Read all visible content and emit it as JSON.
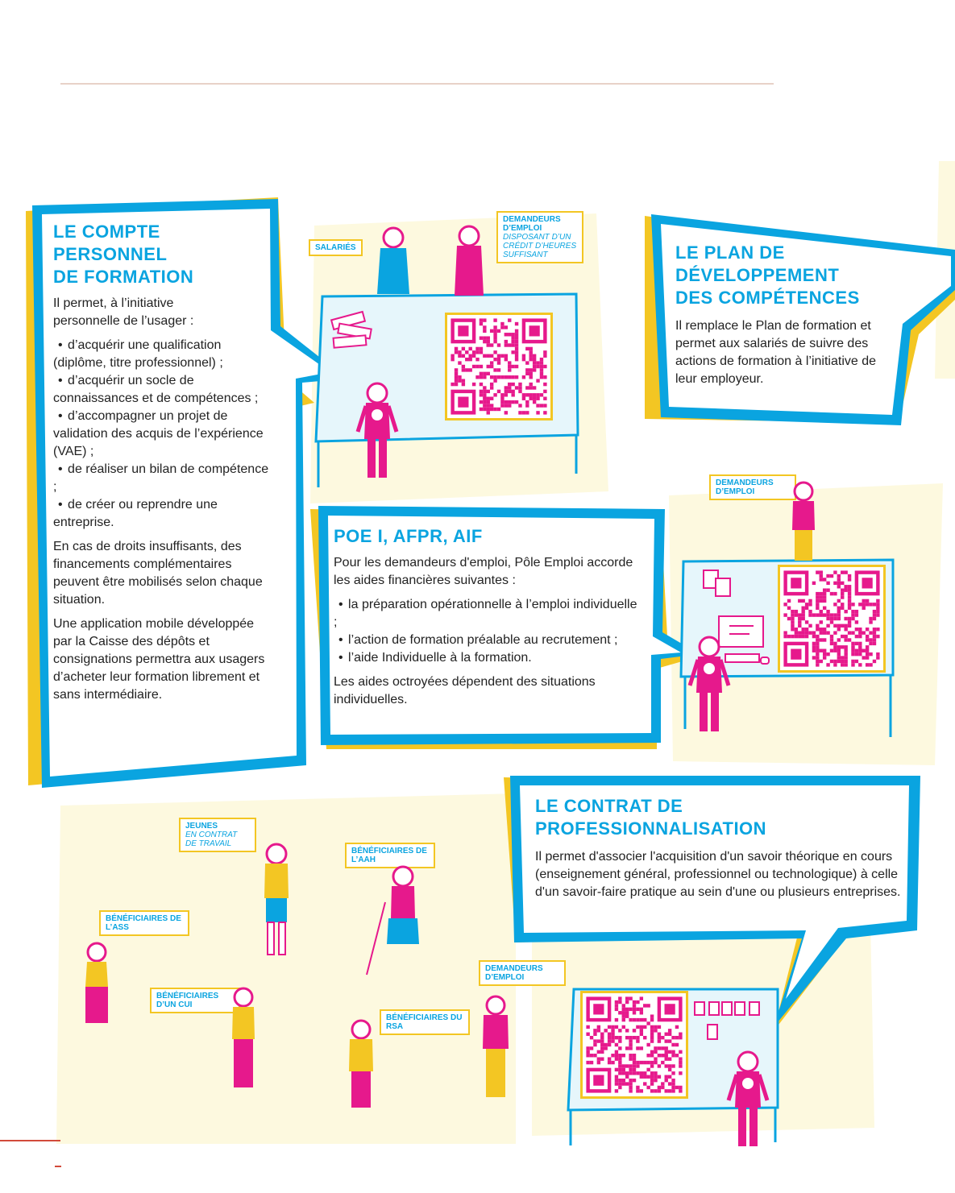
{
  "cpf": {
    "title": "LE COMPTE PERSONNEL DE FORMATION",
    "title_lines": [
      "LE COMPTE",
      "PERSONNEL",
      "DE FORMATION"
    ],
    "intro_lines": [
      "Il permet, à l’initiative",
      "personnelle de l’usager :"
    ],
    "items": [
      "d’acquérir une qualification (diplôme, titre professionnel) ;",
      "d’acquérir un socle de connaissances et de compétences ;",
      "d’accompagner un projet de validation des acquis de l’expérience (VAE) ;",
      "de réaliser un bilan de compétence ;",
      "de créer ou reprendre une entreprise."
    ],
    "para2": "En cas de droits insuffisants, des financements complémentaires peuvent être mobilisés selon chaque situation.",
    "para3": "Une application mobile développée par la Caisse des dépôts et consignations permettra aux usagers d’acheter leur formation librement et sans intermédiaire."
  },
  "plan": {
    "title_lines": [
      "LE PLAN DE",
      "DÉVELOPPEMENT",
      "DES COMPÉTENCES"
    ],
    "text": "Il remplace le Plan de formation et permet aux salariés de suivre des actions de formation à l’initiative de leur employeur."
  },
  "poe": {
    "title": "POE I, AFPR, AIF",
    "intro": "Pour les demandeurs d'emploi, Pôle Emploi accorde les aides financières suivantes :",
    "items": [
      "la préparation opérationnelle à l’emploi individuelle ;",
      "l’action de formation préalable au recrutement ;",
      "l’aide Individuelle à la formation."
    ],
    "outro": "Les aides octroyées dépendent des situations individuelles."
  },
  "pro": {
    "title_lines": [
      "LE CONTRAT DE",
      "PROFESSIONNALISATION"
    ],
    "text": "Il permet d'associer l'acquisition d'un savoir théorique en cours (enseignement général, professionnel ou technologique) à celle d'un savoir-faire pratique au sein d'une ou plusieurs entreprises."
  },
  "tags": {
    "salaries": "SALARIÉS",
    "demandeurs_credit": {
      "title": "DEMANDEURS D’EMPLOI",
      "sub": "DISPOSANT D’UN CRÉDIT D’HEURES SUFFISANT"
    },
    "demandeurs_1": "DEMANDEURS D’EMPLOI",
    "jeunes": {
      "title": "JEUNES",
      "sub": "EN CONTRAT DE TRAVAIL"
    },
    "aah": "BÉNÉFICIAIRES DE L’AAH",
    "ass": "BÉNÉFICIAIRES DE L’ASS",
    "cui": "BÉNÉFICIAIRES D’UN CUI",
    "rsa": "BÉNÉFICIAIRES DU RSA",
    "demandeurs_2": "DEMANDEURS D’EMPLOI"
  },
  "colors": {
    "blue": "#0aa4e0",
    "yellow": "#f3c623",
    "magenta": "#e6198c",
    "cream": "#fdf9df",
    "screen": "#e6f6fb"
  },
  "icons": [
    "qr-code-icon",
    "info-icon",
    "ticket-icon",
    "document-icon",
    "computer-icon"
  ]
}
